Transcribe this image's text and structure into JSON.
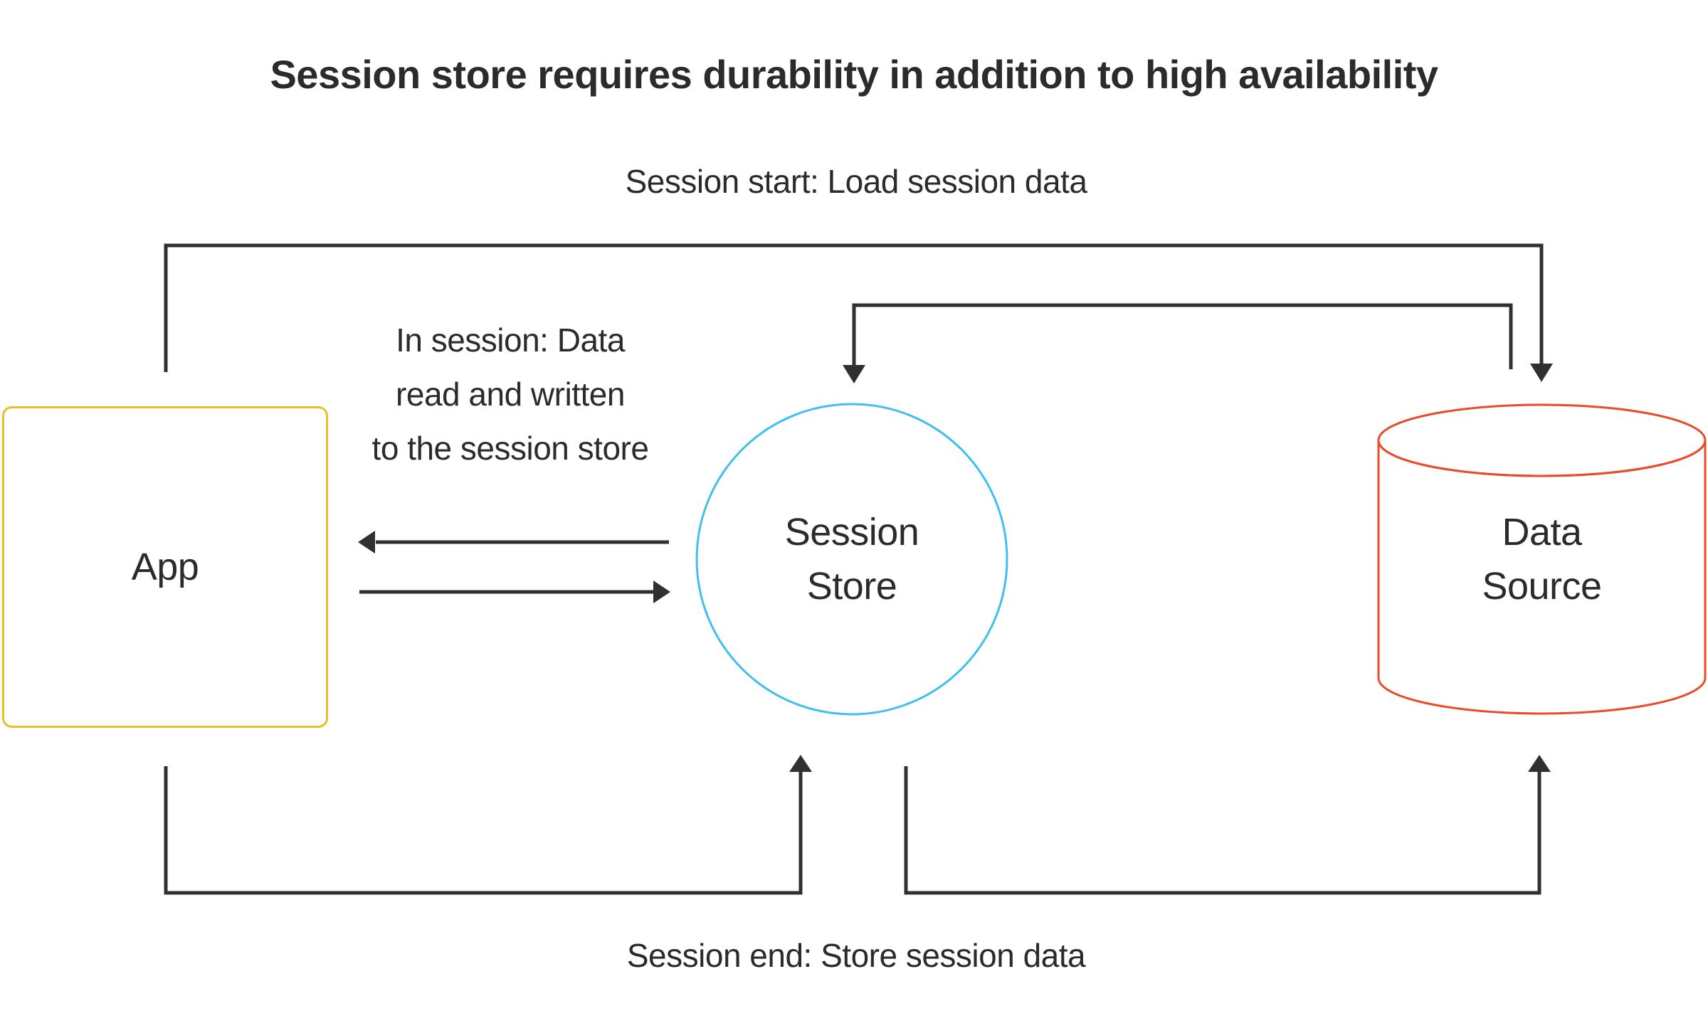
{
  "diagram": {
    "title": "Session store requires durability in addition to high availability",
    "annotations": {
      "session_start": "Session start: Load session data",
      "in_session": {
        "line1": "In session: Data",
        "line2": "read and written",
        "line3": "to the session store"
      },
      "session_end": "Session end: Store session data"
    },
    "nodes": {
      "app": {
        "label": "App",
        "shape": "rectangle",
        "border_color": "#e8c127"
      },
      "session_store": {
        "label_line1": "Session",
        "label_line2": "Store",
        "shape": "circle",
        "border_color": "#41bfef"
      },
      "data_source": {
        "label_line1": "Data",
        "label_line2": "Source",
        "shape": "cylinder",
        "border_color": "#e94b2b"
      }
    },
    "edges": [
      {
        "name": "session-start-app-to-data-source",
        "from": "app",
        "to": "data_source",
        "route": "top-outer",
        "arrowhead": "down-into-data-source"
      },
      {
        "name": "session-start-data-source-to-session-store",
        "from": "data_source",
        "to": "session_store",
        "route": "top-inner",
        "arrowhead": "down-into-session-store"
      },
      {
        "name": "in-session-read",
        "from": "session_store",
        "to": "app",
        "route": "middle",
        "arrowhead": "left-into-app"
      },
      {
        "name": "in-session-write",
        "from": "app",
        "to": "session_store",
        "route": "middle",
        "arrowhead": "right-into-session-store"
      },
      {
        "name": "session-end-app-to-session-store",
        "from": "app",
        "to": "session_store",
        "route": "bottom-left",
        "arrowhead": "up-into-session-store"
      },
      {
        "name": "session-end-session-store-to-data-source",
        "from": "session_store",
        "to": "data_source",
        "route": "bottom-right",
        "arrowhead": "up-into-data-source"
      }
    ],
    "colors": {
      "background": "#ffffff",
      "text": "#2b2b2b",
      "arrow": "#303030",
      "app_border": "#e8c127",
      "session_store_border": "#41bfef",
      "data_source_border": "#e94b2b"
    }
  }
}
